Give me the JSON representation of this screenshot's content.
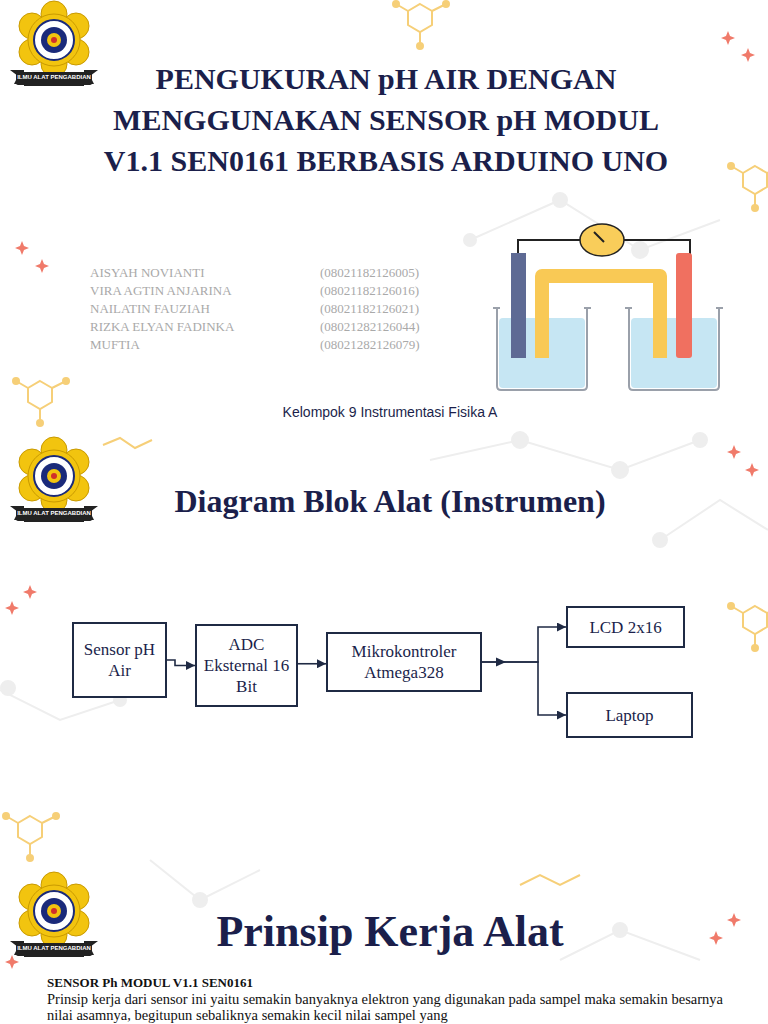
{
  "diagram": {
    "title": "PENGUKURAN pH AIR DENGAN MENGGUNAKAN SENSOR pH MODUL V1.1 SEN0161 BERBASIS ARDUINO UNO",
    "nodes": [
      {
        "text": [
          "Sensor pH Air"
        ]
      },
      {
        "text": [
          "ADC Eksternal 16 Bit"
        ]
      },
      {
        "text": [
          "Mikrokontroler Atmega328"
        ]
      },
      {
        "text": [
          "LCD 2x16"
        ]
      },
      {
        "text": [
          "Laptop"
        ]
      }
    ],
    "edges": [
      {
        "from": 0,
        "to": 1,
        "arrow": "to"
      },
      {
        "from": 1,
        "to": 2,
        "arrow": "to"
      },
      {
        "from": 2,
        "to": 3,
        "arrow": "to"
      },
      {
        "from": 2,
        "to": 4,
        "arrow": "to"
      }
    ],
    "labels": [
      "AISYAH NOVIANTI",
      "(08021182126005)",
      "VIRA AGTIN ANJARINA",
      "(08021182126016)",
      "NAILATIN FAUZIAH",
      "(08021182126021)",
      "RIZKA ELYAN FADINKA",
      "(08021282126044)",
      "MUFTIA",
      "(08021282126079)",
      "Kelompok 9 Instrumentasi Fisika A",
      "Diagram Blok Alat (Instrumen)",
      "Prinsip Kerja Alat",
      "SENSOR Ph MODUL V1.1 SEN0161",
      "Prinsip kerja dari sensor ini yaitu semakin banyaknya elektron yang digunakan pada sampel maka semakin besarnya nilai asamnya, begitupun sebaliknya semakin kecil nilai sampel yang",
      "ILMU ALAT PENGABDIAN",
      "ILMU ALAT PENGABDIAN",
      "ILMU ALAT PENGABDIAN"
    ]
  }
}
